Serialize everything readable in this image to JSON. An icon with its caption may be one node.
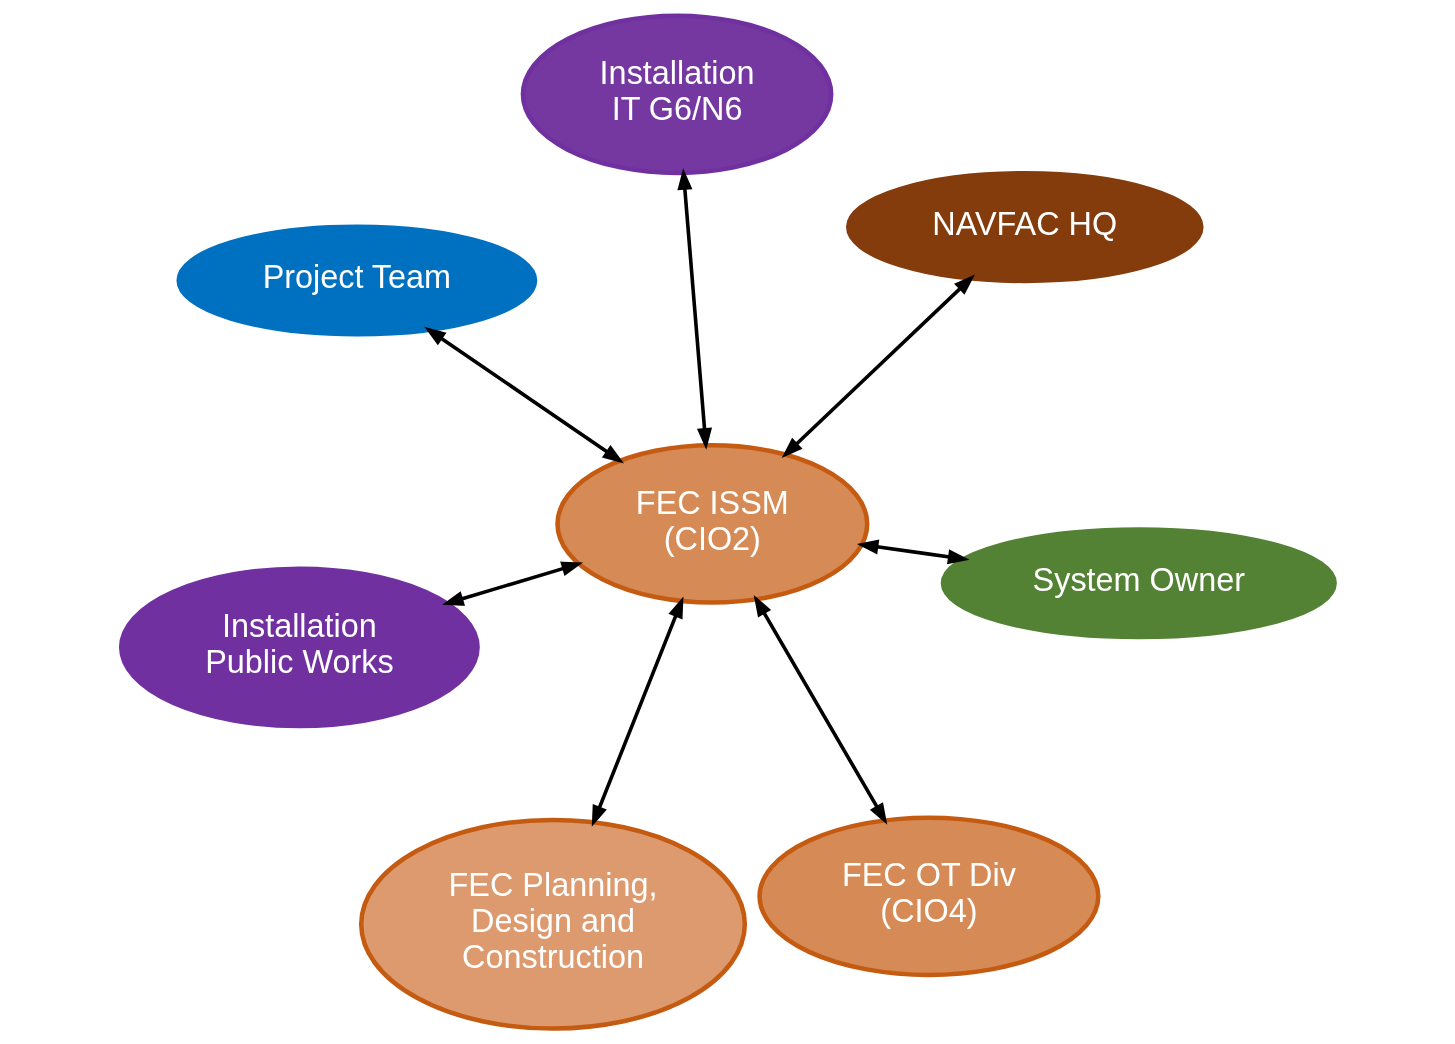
{
  "diagram": {
    "nodes": [
      {
        "text": [
          "Installation Public Works"
        ]
      },
      {
        "text": [
          "System Owner"
        ]
      },
      {
        "text": [
          "FEC ISSM (CIO2)"
        ]
      },
      {
        "text": [
          "Installation IT G6/N6"
        ]
      },
      {
        "text": [
          "NAVFAC HQ"
        ]
      },
      {
        "text": [
          "Project Team"
        ]
      },
      {
        "text": [
          "FEC Planning, Design and Construction"
        ]
      },
      {
        "text": [
          "FEC OT Div (CIO4)"
        ]
      }
    ],
    "edges": [
      {
        "from": 0,
        "to": 2,
        "arrow": "both"
      },
      {
        "from": 1,
        "to": 2,
        "arrow": "both"
      },
      {
        "from": 3,
        "to": 2,
        "arrow": "both"
      },
      {
        "from": 2,
        "to": 4,
        "arrow": "both"
      },
      {
        "from": 5,
        "to": 2,
        "arrow": "both"
      },
      {
        "from": 2,
        "to": 6,
        "arrow": "both"
      },
      {
        "from": 2,
        "to": 7,
        "arrow": "both"
      }
    ]
  }
}
